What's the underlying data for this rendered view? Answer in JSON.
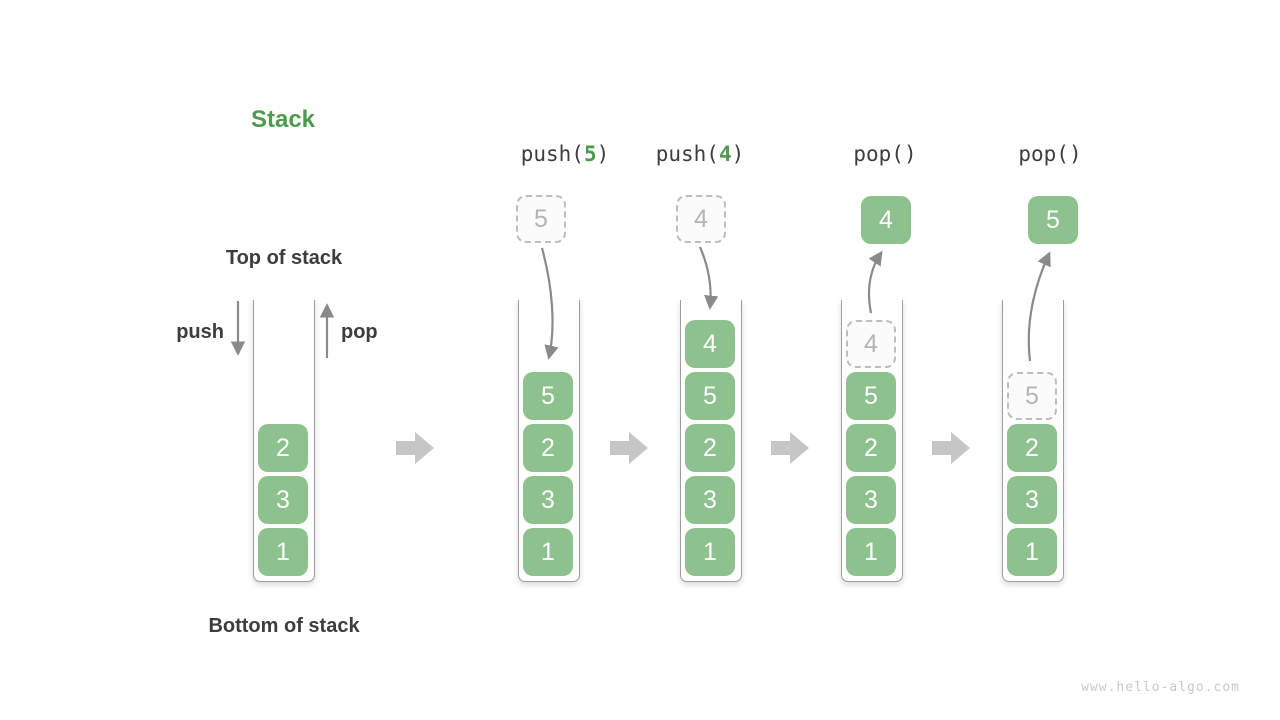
{
  "title": "Stack",
  "labels": {
    "top_of_stack": "Top of stack",
    "bottom_of_stack": "Bottom of stack",
    "push_arrow": "push",
    "pop_arrow": "pop"
  },
  "operations": [
    {
      "pre": "push(",
      "arg": "5",
      "post": ")"
    },
    {
      "pre": "push(",
      "arg": "4",
      "post": ")"
    },
    {
      "pre": "pop(",
      "arg": "",
      "post": ")"
    },
    {
      "pre": "pop(",
      "arg": "",
      "post": ")"
    }
  ],
  "floating_cells": [
    {
      "value": "5",
      "style": "ghost"
    },
    {
      "value": "4",
      "style": "ghost"
    },
    {
      "value": "4",
      "style": "solid"
    },
    {
      "value": "5",
      "style": "solid"
    }
  ],
  "stacks": [
    {
      "cells": [
        {
          "value": "2"
        },
        {
          "value": "3"
        },
        {
          "value": "1"
        }
      ]
    },
    {
      "cells": [
        {
          "value": "5"
        },
        {
          "value": "2"
        },
        {
          "value": "3"
        },
        {
          "value": "1"
        }
      ]
    },
    {
      "cells": [
        {
          "value": "4"
        },
        {
          "value": "5"
        },
        {
          "value": "2"
        },
        {
          "value": "3"
        },
        {
          "value": "1"
        }
      ]
    },
    {
      "cells": [
        {
          "value": "4",
          "ghost": true
        },
        {
          "value": "5"
        },
        {
          "value": "2"
        },
        {
          "value": "3"
        },
        {
          "value": "1"
        }
      ]
    },
    {
      "cells": [
        {
          "value": "5",
          "ghost": true
        },
        {
          "value": "2"
        },
        {
          "value": "3"
        },
        {
          "value": "1"
        }
      ]
    }
  ],
  "watermark": "www.hello-algo.com",
  "colors": {
    "box_green": "#8dc18d",
    "accent_green": "#4c9b4f",
    "text_dark": "#3d3d3d",
    "arrow_gray": "#8a8a8a",
    "block_arrow_gray": "#c6c6c6",
    "ghost_border": "#bdbdbd",
    "ghost_text": "#b5b5b5",
    "wall_gray": "#9e9e9e",
    "watermark_gray": "#c9c9c9"
  }
}
